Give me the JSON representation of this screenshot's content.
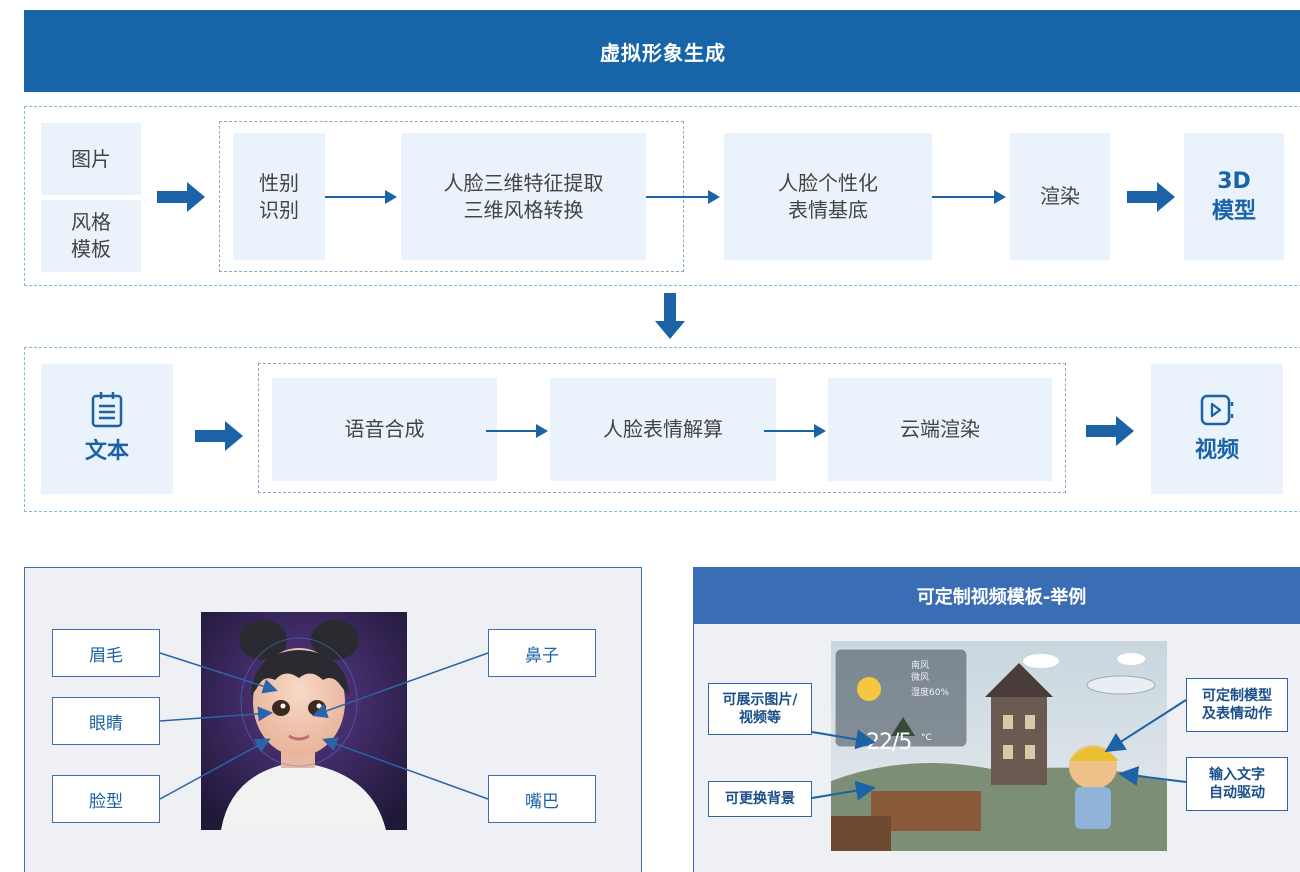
{
  "header": {
    "title": "虚拟形象生成"
  },
  "row1": {
    "input_image": "图片",
    "input_style_line1": "风格",
    "input_style_line2": "模板",
    "gender_line1": "性别",
    "gender_line2": "识别",
    "extract_line1": "人脸三维特征提取",
    "extract_line2": "三维风格转换",
    "personal_line1": "人脸个性化",
    "personal_line2": "表情基底",
    "render": "渲染",
    "output_line1": "3D",
    "output_line2": "模型"
  },
  "row2": {
    "input": "文本",
    "tts": "语音合成",
    "face_solve": "人脸表情解算",
    "cloud_render": "云端渲染",
    "output": "视频"
  },
  "face_panel": {
    "labels": {
      "eyebrow": "眉毛",
      "eyes": "眼睛",
      "face_shape": "脸型",
      "nose": "鼻子",
      "mouth": "嘴巴"
    }
  },
  "template_panel": {
    "title": "可定制视频模板-举例",
    "labels": {
      "show_media_line1": "可展示图片/",
      "show_media_line2": "视频等",
      "background": "可更换背景",
      "custom_model_line1": "可定制模型",
      "custom_model_line2": "及表情动作",
      "text_drive_line1": "输入文字",
      "text_drive_line2": "自动驱动"
    },
    "weather": {
      "wind_dir": "南风",
      "wind_level": "微风",
      "humidity": "湿度60%",
      "temp": "22/5",
      "unit": "°C"
    }
  },
  "colors": {
    "primary": "#1765a8",
    "cell_bg": "#eaf3fb",
    "dash": "#7fbde0"
  }
}
